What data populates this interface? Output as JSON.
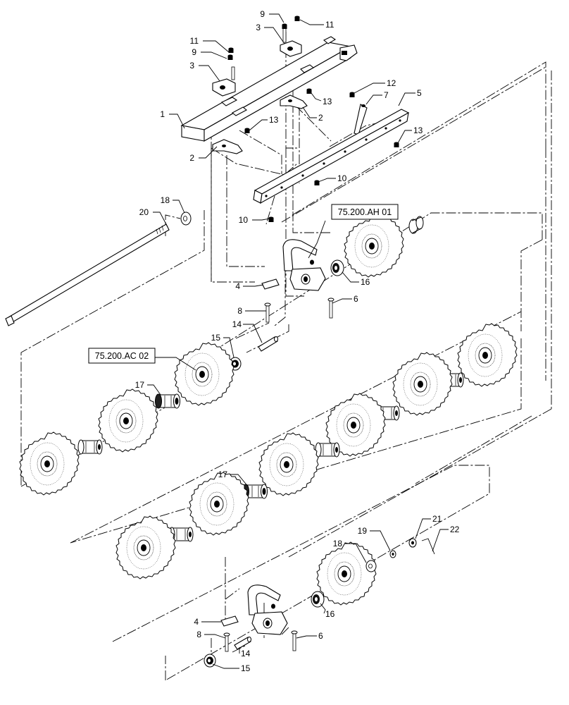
{
  "diagram": {
    "reference_boxes": [
      {
        "id": "ref-1",
        "label": "75.200.AH 01"
      },
      {
        "id": "ref-2",
        "label": "75.200.AC 02"
      }
    ],
    "callouts": [
      {
        "id": "c9a",
        "text": "9"
      },
      {
        "id": "c11a",
        "text": "11"
      },
      {
        "id": "c3a",
        "text": "3"
      },
      {
        "id": "c11b",
        "text": "11"
      },
      {
        "id": "c9b",
        "text": "9"
      },
      {
        "id": "c3b",
        "text": "3"
      },
      {
        "id": "c12",
        "text": "12"
      },
      {
        "id": "c7",
        "text": "7"
      },
      {
        "id": "c5",
        "text": "5"
      },
      {
        "id": "c13a",
        "text": "13"
      },
      {
        "id": "c2a",
        "text": "2"
      },
      {
        "id": "c1",
        "text": "1"
      },
      {
        "id": "c13b",
        "text": "13"
      },
      {
        "id": "c13c",
        "text": "13"
      },
      {
        "id": "c2b",
        "text": "2"
      },
      {
        "id": "c10a",
        "text": "10"
      },
      {
        "id": "c10b",
        "text": "10"
      },
      {
        "id": "c18a",
        "text": "18"
      },
      {
        "id": "c20",
        "text": "20"
      },
      {
        "id": "c16a",
        "text": "16"
      },
      {
        "id": "c4a",
        "text": "4"
      },
      {
        "id": "c6a",
        "text": "6"
      },
      {
        "id": "c8a",
        "text": "8"
      },
      {
        "id": "c14a",
        "text": "14"
      },
      {
        "id": "c15a",
        "text": "15"
      },
      {
        "id": "c17a",
        "text": "17"
      },
      {
        "id": "c17b",
        "text": "17"
      },
      {
        "id": "c19",
        "text": "19"
      },
      {
        "id": "c21",
        "text": "21"
      },
      {
        "id": "c22",
        "text": "22"
      },
      {
        "id": "c18b",
        "text": "18"
      },
      {
        "id": "c16b",
        "text": "16"
      },
      {
        "id": "c4b",
        "text": "4"
      },
      {
        "id": "c8b",
        "text": "8"
      },
      {
        "id": "c6b",
        "text": "6"
      },
      {
        "id": "c14b",
        "text": "14"
      },
      {
        "id": "c15b",
        "text": "15"
      }
    ]
  }
}
